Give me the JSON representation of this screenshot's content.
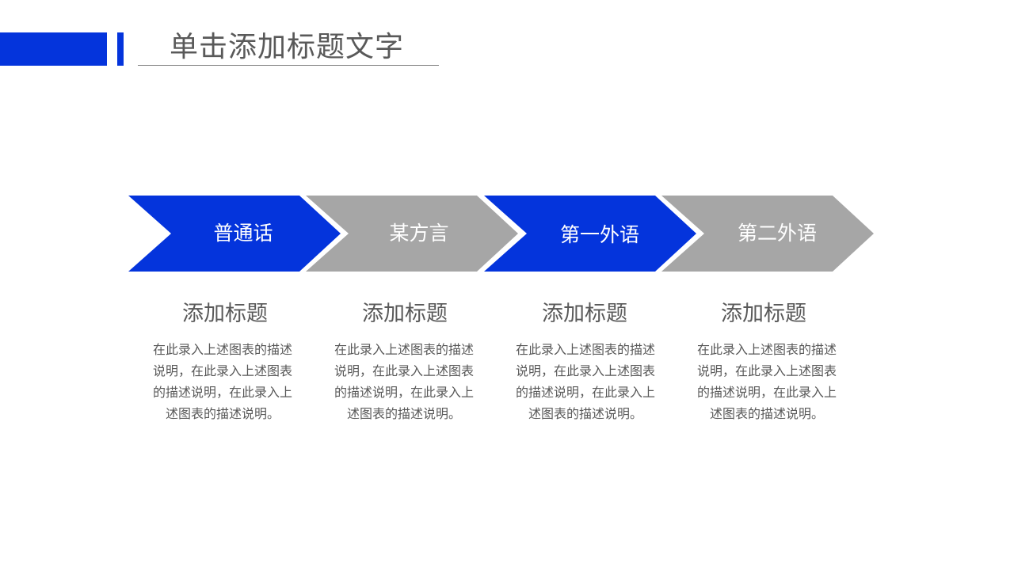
{
  "header": {
    "title": "单击添加标题文字",
    "accent_color": "#0434DC"
  },
  "steps": [
    {
      "label": "普通话",
      "color": "#0434DC",
      "title": "添加标题",
      "desc": "在此录入上述图表的描述说明，在此录入上述图表的描述说明，在此录入上述图表的描述说明。"
    },
    {
      "label": "某方言",
      "color": "#A6A6A6",
      "title": "添加标题",
      "desc": "在此录入上述图表的描述说明，在此录入上述图表的描述说明，在此录入上述图表的描述说明。"
    },
    {
      "label": "第一外语",
      "color": "#0434DC",
      "title": "添加标题",
      "desc": "在此录入上述图表的描述说明，在此录入上述图表的描述说明，在此录入上述图表的描述说明。"
    },
    {
      "label": "第二外语",
      "color": "#A6A6A6",
      "title": "添加标题",
      "desc": "在此录入上述图表的描述说明，在此录入上述图表的描述说明，在此录入上述图表的描述说明。"
    }
  ]
}
